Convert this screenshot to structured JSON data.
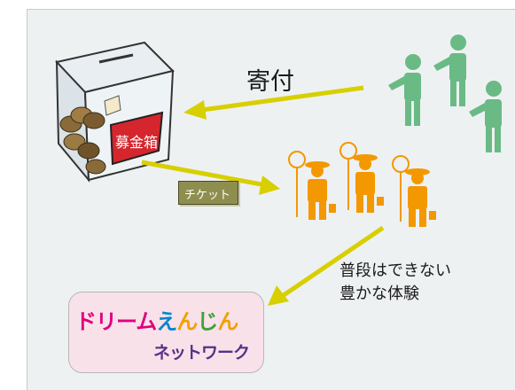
{
  "labels": {
    "donation": "寄付",
    "ticket": "チケット",
    "experience_line1": "普段はできない",
    "experience_line2": "豊かな体験",
    "box_sign": "募金箱"
  },
  "logo": {
    "line1_parts": [
      "ドリーム",
      "え",
      "ん",
      "じ",
      "ん"
    ],
    "line2": "ネットワーク"
  },
  "colors": {
    "arrow": "#d8cf00",
    "donor": "#6aba86",
    "firefighter": "#f39800",
    "panel_bg": "#eef1f2",
    "logo_bg": "#f9e1ea"
  }
}
